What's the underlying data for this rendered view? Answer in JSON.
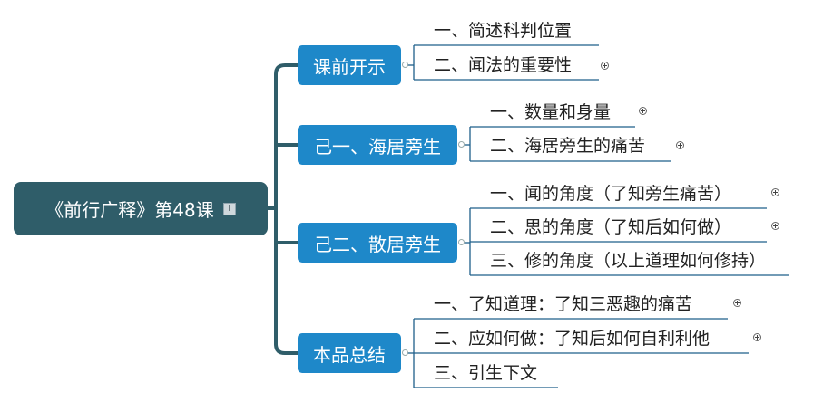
{
  "root": {
    "label": "《前行广释》第48课",
    "icon": "note-icon"
  },
  "branches": [
    {
      "label": "课前开示",
      "leaves": [
        {
          "text": "一、简述科判位置",
          "expandable": false
        },
        {
          "text": "二、闻法的重要性",
          "expandable": true
        }
      ]
    },
    {
      "label": "己一、海居旁生",
      "leaves": [
        {
          "text": "一、数量和身量",
          "expandable": true
        },
        {
          "text": "二、海居旁生的痛苦",
          "expandable": true
        }
      ]
    },
    {
      "label": "己二、散居旁生",
      "leaves": [
        {
          "text": "一、闻的角度（了知旁生痛苦）",
          "expandable": true
        },
        {
          "text": "二、思的角度（了知后如何做）",
          "expandable": true
        },
        {
          "text": "三、修的角度（以上道理如何修持）",
          "expandable": false
        }
      ]
    },
    {
      "label": "本品总结",
      "leaves": [
        {
          "text": "一、了知道理：了知三恶趣的痛苦",
          "expandable": true
        },
        {
          "text": "二、应如何做：了知后如何自利利他",
          "expandable": true
        },
        {
          "text": "三、引生下文",
          "expandable": false
        }
      ]
    }
  ],
  "colors": {
    "root": "#2f5d69",
    "branch": "#1e88c9",
    "trunk": "#2f5d69",
    "leaf_line": "#1e5f8a"
  }
}
